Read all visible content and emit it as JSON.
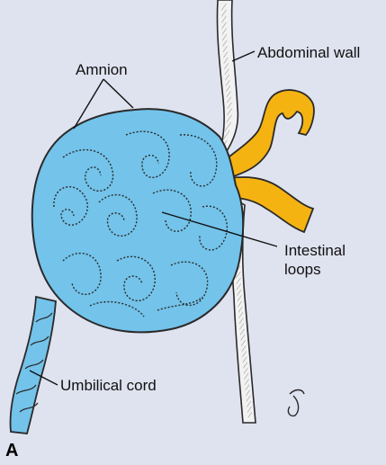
{
  "labels": {
    "amnion": "Amnion",
    "abdominal_wall": "Abdominal wall",
    "intestinal_loops": "Intestinal loops",
    "umbilical_cord": "Umbilical cord"
  },
  "panel_letter": "A",
  "colors": {
    "background": "#dfe2ef",
    "sac_fill": "#73c3ea",
    "intestine_fill": "#f5b312",
    "abdominal_wall": "#f2f2f2",
    "outline": "#2a2a2a"
  }
}
